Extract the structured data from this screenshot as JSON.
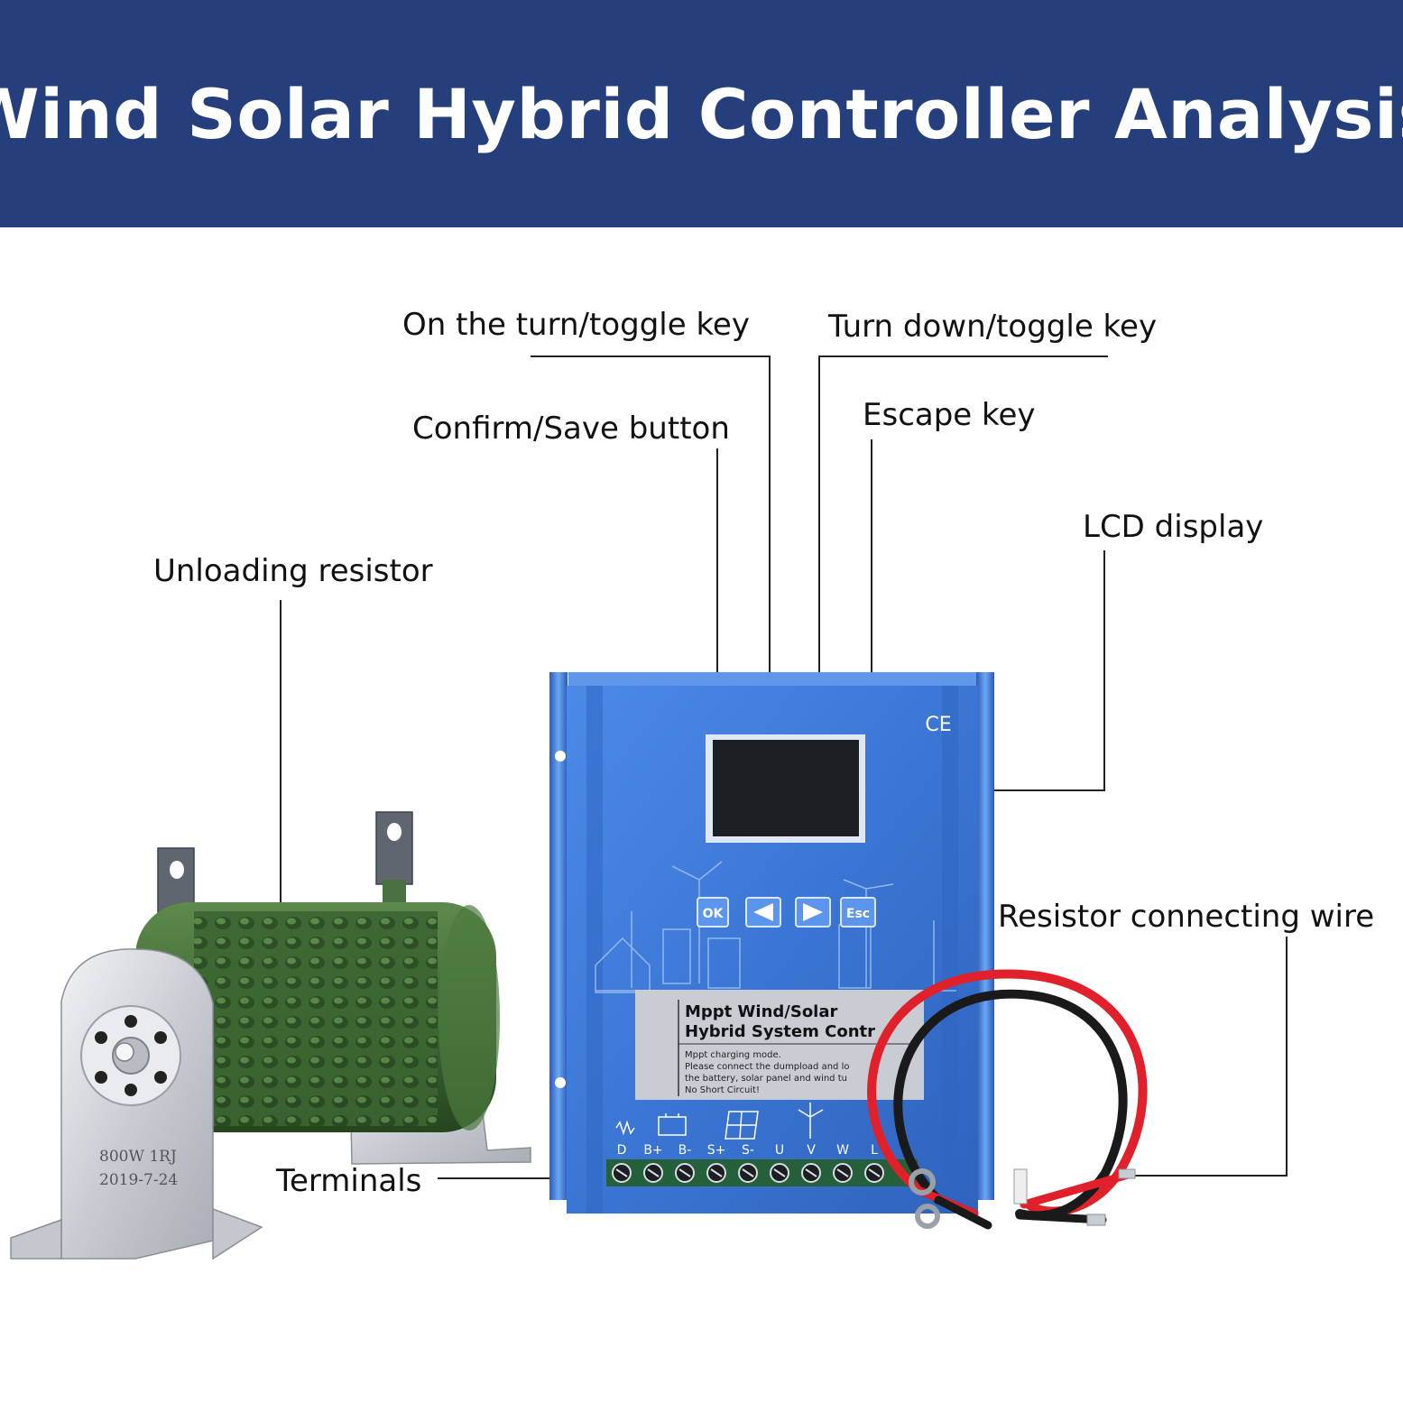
{
  "title": "Wind Solar Hybrid Controller Analysis",
  "callouts": {
    "up_key": "On the turn/toggle key",
    "down_key": "Turn down/toggle key",
    "confirm_button": "Confirm/Save button",
    "escape_key": "Escape key",
    "lcd_display": "LCD display",
    "unloading_resistor": "Unloading resistor",
    "resistor_wire": "Resistor connecting wire",
    "terminals": "Terminals"
  },
  "controller": {
    "ce_mark": "CE",
    "keys": {
      "ok": "OK",
      "esc": "Esc"
    },
    "label_title_1": "Mppt Wind/Solar",
    "label_title_2": "Hybrid System Contr",
    "label_lines": [
      "Mppt charging mode.",
      "Please connect the dumpload and lo",
      "the battery, solar panel and wind tu",
      "No Short Circuit!"
    ],
    "terminal_labels": [
      "D",
      "B+",
      "B-",
      "S+",
      "S-",
      "U",
      "V",
      "W",
      "L"
    ]
  },
  "resistor": {
    "stamp_1": "800W 1RJ",
    "stamp_2": "2019-7-24"
  },
  "colors": {
    "banner": "#253f7c",
    "controller_body": "#3a78d6",
    "resistor_body": "#3f6a35",
    "wire_red": "#e0202a",
    "wire_black": "#1a1a1a"
  }
}
